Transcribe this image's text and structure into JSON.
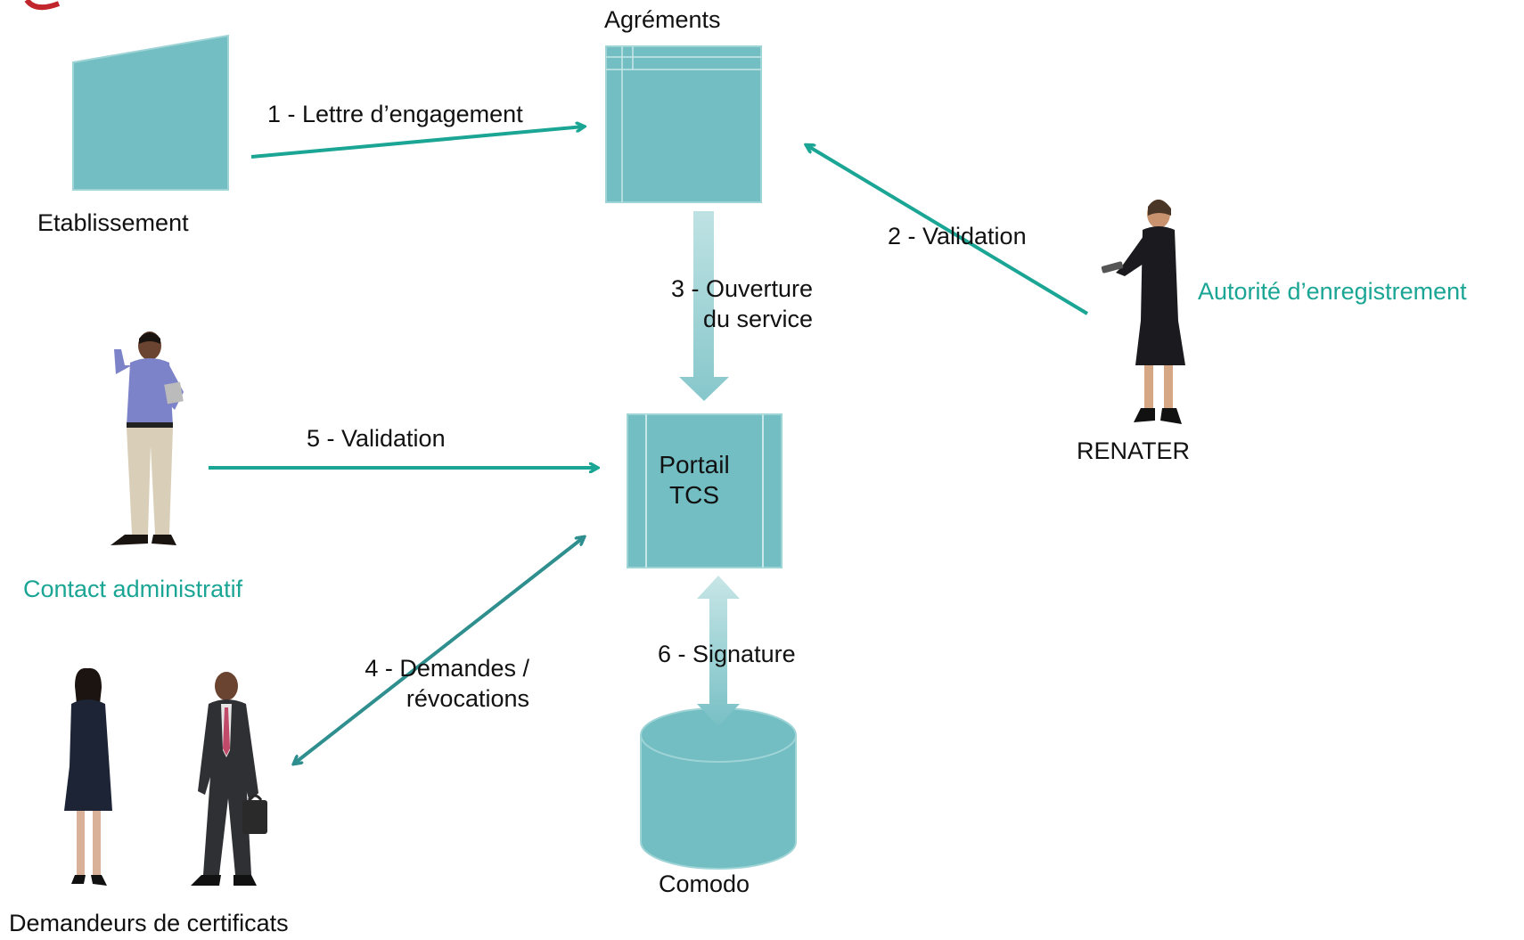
{
  "nodes": {
    "etablissement": "Etablissement",
    "agrements": "Agréments",
    "renater": "RENATER",
    "autorite": "Autorité d’enregistrement",
    "contact": "Contact administratif",
    "portail": [
      "Portail",
      "TCS"
    ],
    "demandeurs": "Demandeurs de certificats",
    "comodo": "Comodo"
  },
  "edges": {
    "lettre": "1 - Lettre d’engagement",
    "validation_renater": "2 - Validation",
    "ouverture": [
      "3 - Ouverture",
      "du service"
    ],
    "demandes": [
      "4 - Demandes /",
      "révocations"
    ],
    "validation_contact": "5 - Validation",
    "signature": "6 - Signature"
  },
  "colors": {
    "shape_fill": "#72bec3",
    "shape_stroke": "#9fd4d7",
    "arrow": "#1aa594",
    "arrow_dark": "#2f8f8f",
    "accent_text": "#1aa594"
  }
}
